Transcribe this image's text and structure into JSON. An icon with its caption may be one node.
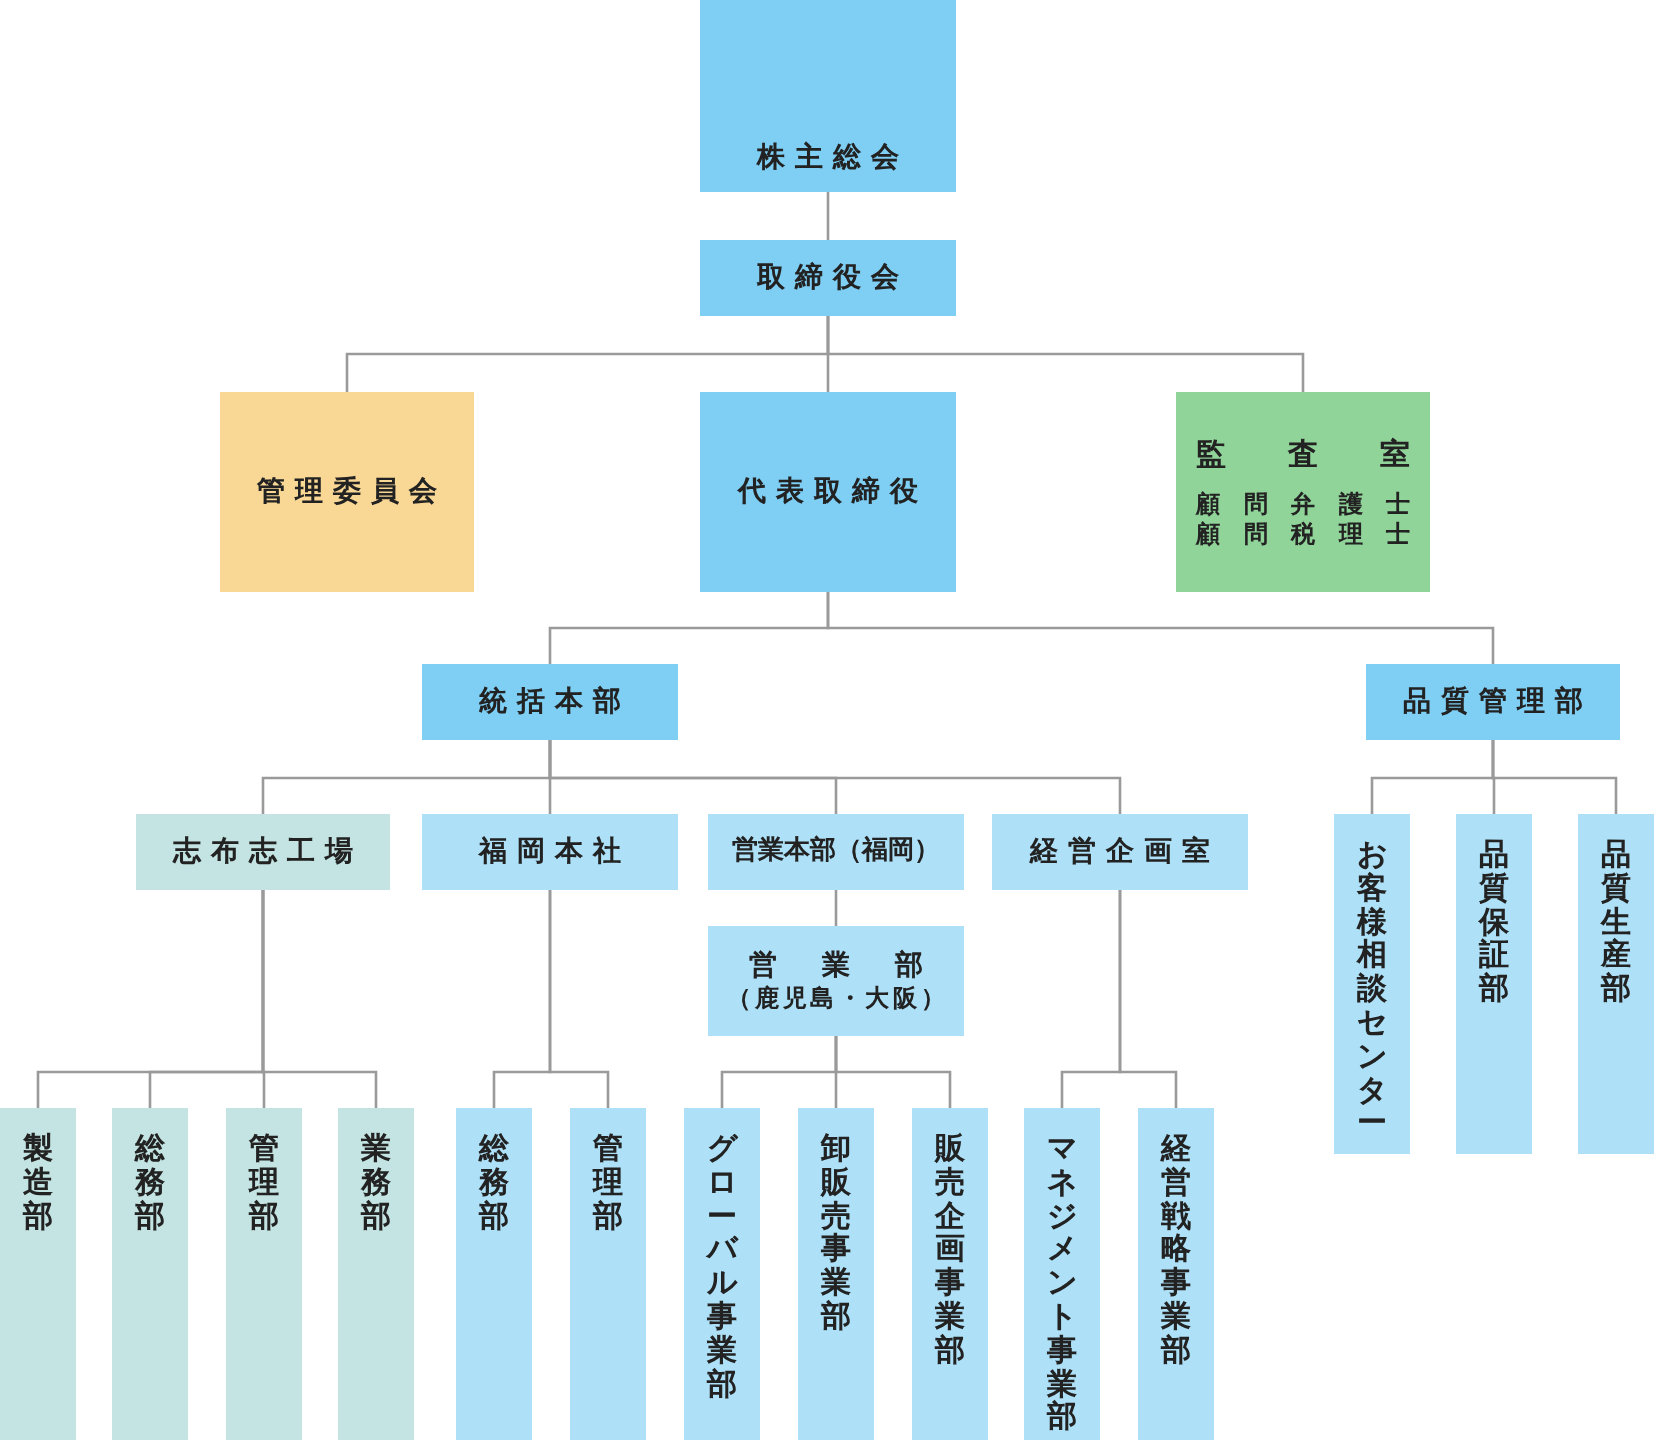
{
  "diagram": {
    "nodes": [
      {
        "text": [
          "株主総会"
        ]
      },
      {
        "text": [
          "取締役会"
        ]
      },
      {
        "text": [
          "管理委員会"
        ]
      },
      {
        "text": [
          "代表取締役"
        ]
      },
      {
        "text": [
          "監査室",
          "顧問弁護士",
          "顧問税理士"
        ]
      },
      {
        "text": [
          "統括本部"
        ]
      },
      {
        "text": [
          "品質管理部"
        ]
      },
      {
        "text": [
          "志布志工場"
        ]
      },
      {
        "text": [
          "福岡本社"
        ]
      },
      {
        "text": [
          "営業本部（福岡）"
        ]
      },
      {
        "text": [
          "経営企画室"
        ]
      },
      {
        "text": [
          "お客様相談センター"
        ]
      },
      {
        "text": [
          "品質保証部"
        ]
      },
      {
        "text": [
          "品質生産部"
        ]
      },
      {
        "text": [
          "営業部",
          "（鹿児島・大阪）"
        ]
      },
      {
        "text": [
          "製造部"
        ]
      },
      {
        "text": [
          "総務部"
        ]
      },
      {
        "text": [
          "管理部"
        ]
      },
      {
        "text": [
          "業務部"
        ]
      },
      {
        "text": [
          "総務部"
        ]
      },
      {
        "text": [
          "管理部"
        ]
      },
      {
        "text": [
          "グローバル事業部"
        ]
      },
      {
        "text": [
          "卸販売事業部"
        ]
      },
      {
        "text": [
          "販売企画事業部"
        ]
      },
      {
        "text": [
          "マネジメント事業部"
        ]
      },
      {
        "text": [
          "経営戦略事業部"
        ]
      }
    ],
    "edges": [
      {
        "from": 0,
        "to": 1,
        "arrow": "none"
      },
      {
        "from": 1,
        "to": 2,
        "arrow": "none"
      },
      {
        "from": 1,
        "to": 3,
        "arrow": "none"
      },
      {
        "from": 1,
        "to": 4,
        "arrow": "none"
      },
      {
        "from": 3,
        "to": 5,
        "arrow": "none"
      },
      {
        "from": 3,
        "to": 6,
        "arrow": "none"
      },
      {
        "from": 5,
        "to": 7,
        "arrow": "none"
      },
      {
        "from": 5,
        "to": 8,
        "arrow": "none"
      },
      {
        "from": 5,
        "to": 9,
        "arrow": "none"
      },
      {
        "from": 5,
        "to": 10,
        "arrow": "none"
      },
      {
        "from": 6,
        "to": 11,
        "arrow": "none"
      },
      {
        "from": 6,
        "to": 12,
        "arrow": "none"
      },
      {
        "from": 6,
        "to": 13,
        "arrow": "none"
      },
      {
        "from": 9,
        "to": 14,
        "arrow": "none"
      },
      {
        "from": 7,
        "to": 15,
        "arrow": "none"
      },
      {
        "from": 7,
        "to": 16,
        "arrow": "none"
      },
      {
        "from": 7,
        "to": 17,
        "arrow": "none"
      },
      {
        "from": 7,
        "to": 18,
        "arrow": "none"
      },
      {
        "from": 8,
        "to": 19,
        "arrow": "none"
      },
      {
        "from": 8,
        "to": 20,
        "arrow": "none"
      },
      {
        "from": 14,
        "to": 21,
        "arrow": "none"
      },
      {
        "from": 14,
        "to": 22,
        "arrow": "none"
      },
      {
        "from": 14,
        "to": 23,
        "arrow": "none"
      },
      {
        "from": 10,
        "to": 24,
        "arrow": "none"
      },
      {
        "from": 10,
        "to": 25,
        "arrow": "none"
      }
    ]
  }
}
